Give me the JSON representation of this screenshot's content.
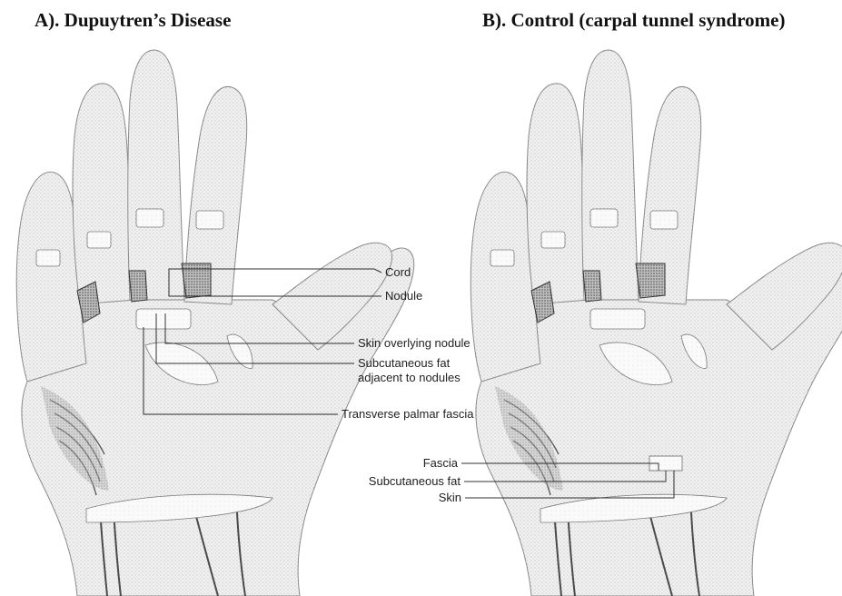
{
  "panels": {
    "a": {
      "title": "A). Dupuytren’s Disease",
      "labels": {
        "cord": "Cord",
        "nodule": "Nodule",
        "skin_overlying": "Skin overlying nodule",
        "subcut_fat_line1": "Subcutaneous fat",
        "subcut_fat_line2": "adjacent to nodules",
        "transverse": "Transverse palmar fascia"
      }
    },
    "b": {
      "title": "B). Control (carpal tunnel syndrome)",
      "labels": {
        "fascia": "Fascia",
        "subcut_fat": "Subcutaneous fat",
        "skin": "Skin"
      }
    }
  }
}
